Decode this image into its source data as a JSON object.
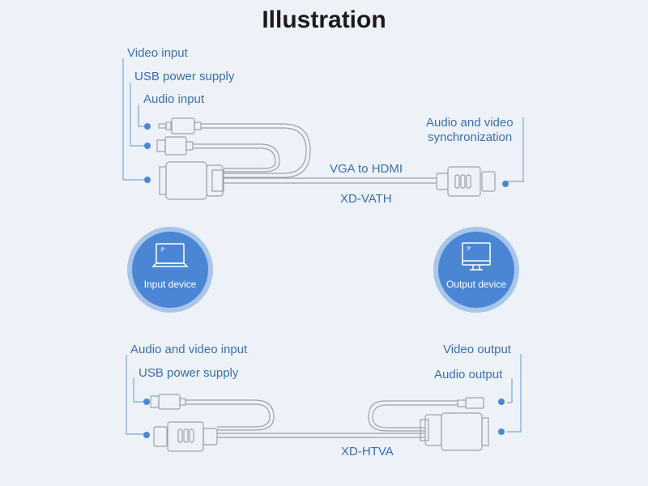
{
  "title": "Illustration",
  "colors": {
    "background": "#edf2f9",
    "label_text": "#3b6fae",
    "leader_line": "#7fa6d6",
    "dot": "#4a86d4",
    "cable": "#9ca3ab",
    "device_circle": "#4a86d4",
    "device_ring": "#a9c6ea"
  },
  "top_cable": {
    "left_labels": [
      "Video input",
      "USB power supply",
      "Audio input"
    ],
    "right_label_line1": "Audio and video",
    "right_label_line2": "synchronization",
    "name": "VGA to HDMI",
    "model": "XD-VATH"
  },
  "devices": {
    "input": {
      "label": "Input device",
      "icon": "laptop-icon"
    },
    "output": {
      "label": "Output device",
      "icon": "monitor-icon"
    }
  },
  "bottom_cable": {
    "left_labels": [
      "Audio and video input",
      "USB power supply"
    ],
    "right_labels": [
      "Video output",
      "Audio output"
    ],
    "model": "XD-HTVA"
  }
}
